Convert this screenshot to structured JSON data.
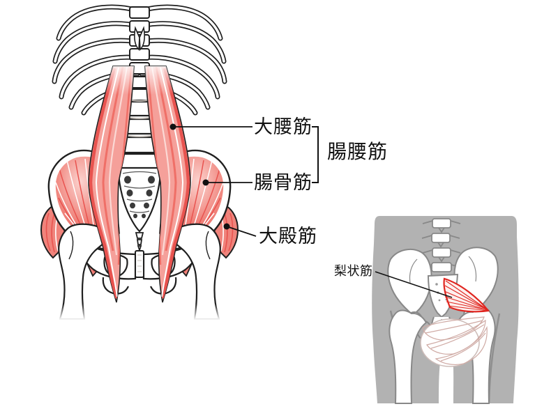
{
  "figure": {
    "labels": {
      "psoas_major": "大腰筋",
      "iliacus": "腸骨筋",
      "iliopsoas": "腸腰筋",
      "gluteus_maximus": "大殿筋",
      "piriformis": "梨状筋"
    },
    "colors": {
      "background": "#ffffff",
      "outline_black": "#1f1f1f",
      "muscle_red_deep": "#e8534f",
      "muscle_red_mid": "#f0837b",
      "muscle_red_light": "#fbd9d5",
      "inset_background_gray": "#b2b2b2",
      "inset_bone_outline_gray": "#888888",
      "piriformis_red": "#e0251f",
      "faint_muscle_pink": "#cfaaa4",
      "label_text": "#111111"
    }
  }
}
